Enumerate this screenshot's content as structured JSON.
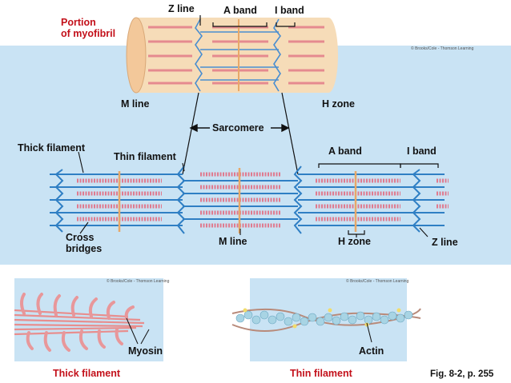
{
  "labels": {
    "portion": "Portion\nof myofibril",
    "z_line_top": "Z line",
    "a_band_top": "A band",
    "i_band_top": "I band",
    "m_line_mid": "M line",
    "h_zone_mid": "H zone",
    "sarcomere": "Sarcomere",
    "thick_filament": "Thick filament",
    "thin_filament": "Thin filament",
    "a_band_right": "A band",
    "i_band_right": "I band",
    "cross_bridges": "Cross\nbridges",
    "m_line_bottom": "M line",
    "h_zone_bottom": "H zone",
    "z_line_bottom": "Z line",
    "myosin": "Myosin",
    "actin": "Actin",
    "thick_caption": "Thick filament",
    "thin_caption": "Thin filament",
    "fig_ref": "Fig. 8-2, p. 255"
  },
  "credits": {
    "main": "© Brooks/Cole - Thomson Learning",
    "thick": "© Brooks/Cole - Thomson Learning",
    "thin": "© Brooks/Cole - Thomson Learning"
  },
  "colors": {
    "panel_bg": "#c9e3f4",
    "thin_filament": "#2f7fc4",
    "thick_filament": "#e07a8e",
    "m_line": "#e8a868",
    "caption_red": "#c3101a",
    "actin_bead": "#a8d4e4"
  }
}
